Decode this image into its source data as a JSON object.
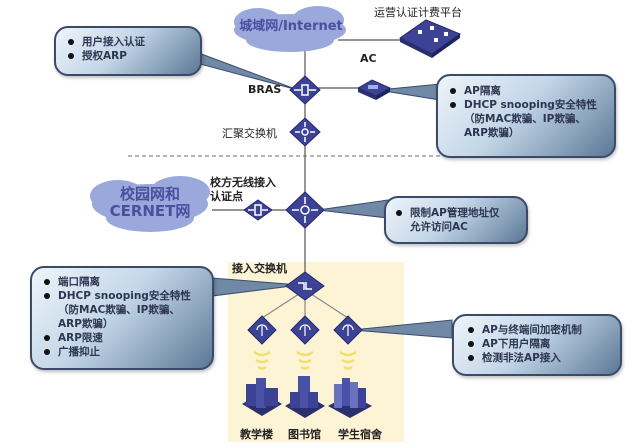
{
  "clouds": {
    "metro": "城域网/Internet",
    "campus_line1": "校园网和",
    "campus_line2": "CERNET网"
  },
  "labels": {
    "billing_platform": "运营认证计费平台",
    "ac": "AC",
    "bras": "BRAS",
    "aggregation_switch": "汇聚交换机",
    "campus_auth_line1": "校方无线接入",
    "campus_auth_line2": "认证点",
    "access_switch": "接入交换机"
  },
  "buildings": [
    "教学楼",
    "图书馆",
    "学生宿舍"
  ],
  "callouts": {
    "bras": [
      "用户接入认证",
      "授权ARP"
    ],
    "ac": {
      "items": [
        "AP隔离",
        "DHCP snooping安全特性"
      ],
      "continuation": [
        "（防MAC欺骗、IP欺骗、",
        "ARP欺骗）"
      ]
    },
    "core": {
      "items": [
        "限制AP管理地址仅"
      ],
      "continuation": [
        "允许访问AC"
      ]
    },
    "access": {
      "item1": "端口隔离",
      "item2": "DHCP snooping安全特性",
      "continuation": [
        "（防MAC欺骗、IP欺骗、",
        "ARP欺骗）"
      ],
      "item3": "ARP限速",
      "item4": "广播抑止"
    },
    "ap": [
      "AP与终端间加密机制",
      "AP下用户隔离",
      "检测非法AP接入"
    ]
  },
  "colors": {
    "cloud": "#9aa8dc",
    "device": "#3d4394",
    "zone": "#fdf4d6",
    "callout_border": "#3c4a6a"
  }
}
